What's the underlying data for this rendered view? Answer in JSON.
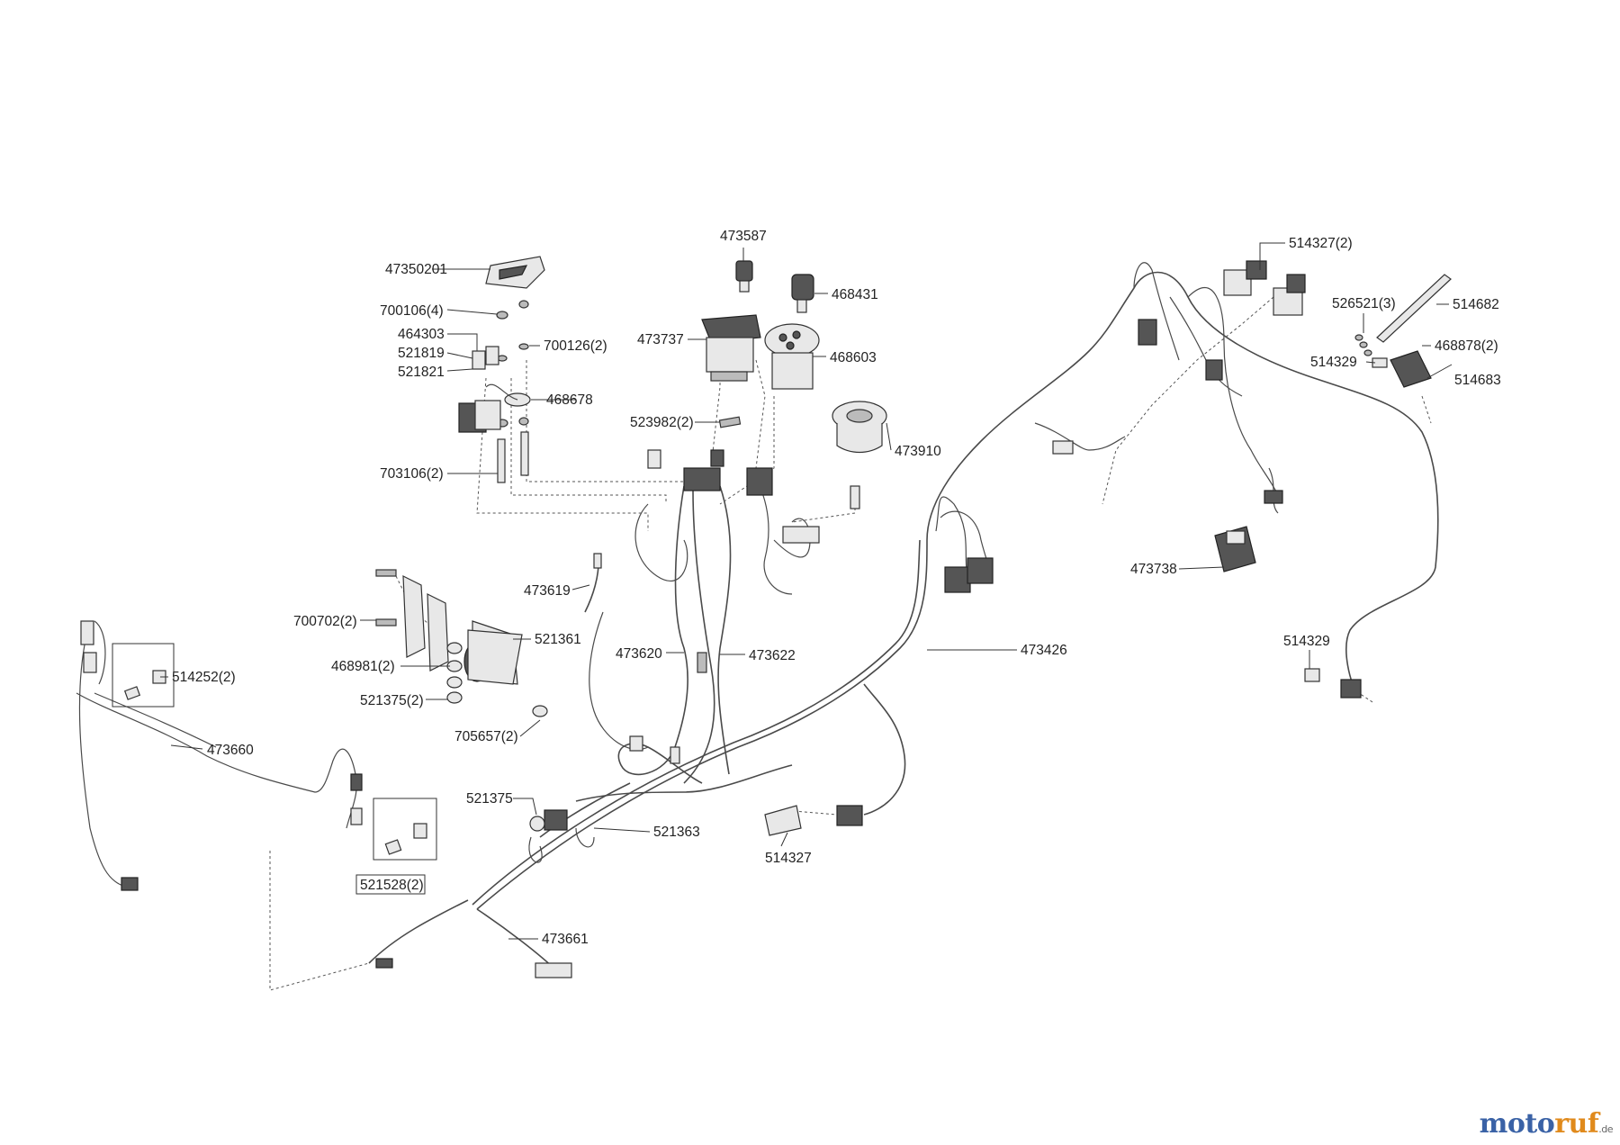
{
  "brand": {
    "part1": "moto",
    "part2": "ruf",
    "tld": ".de",
    "colors": {
      "blue": "#3a62a6",
      "orange": "#e08a1c"
    }
  },
  "labels": {
    "l47350201": "47350201",
    "l700106_4": "700106(4)",
    "l464303": "464303",
    "l521819": "521819",
    "l521821": "521821",
    "l700126_2": "700126(2)",
    "l468678": "468678",
    "l703106_2": "703106(2)",
    "l473587": "473587",
    "l468431": "468431",
    "l473737": "473737",
    "l468603": "468603",
    "l523982_2": "523982(2)",
    "l473910": "473910",
    "l473619": "473619",
    "l700702_2": "700702(2)",
    "l521361": "521361",
    "l468981_2": "468981(2)",
    "l521375_2": "521375(2)",
    "l705657_2": "705657(2)",
    "l473620": "473620",
    "l473622": "473622",
    "l514252_2": "514252(2)",
    "l473660": "473660",
    "l521375": "521375",
    "l521363": "521363",
    "l521528_2": "521528(2)",
    "l473661": "473661",
    "l514327": "514327",
    "l473426": "473426",
    "l514327_2": "514327(2)",
    "l526521_3": "526521(3)",
    "l514682": "514682",
    "l468878_2": "468878(2)",
    "l514329a": "514329",
    "l514683": "514683",
    "l473738": "473738",
    "l514329b": "514329"
  }
}
